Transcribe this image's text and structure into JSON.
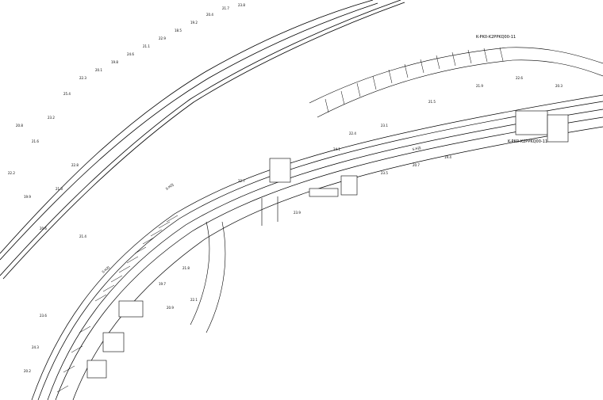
{
  "map": {
    "background": "#ffffff",
    "ink": "#000000",
    "road_labels": [
      "S-HZJ",
      "S-HZJ",
      "S-HZJ"
    ],
    "note_text": "K-PK0-K2PPKQ00-11",
    "note_text_2": "K-PK0-K2PPKQ00-11",
    "survey_points": [
      "20.8",
      "21.6",
      "23.2",
      "25.4",
      "22.3",
      "20.1",
      "19.8",
      "24.6",
      "21.1",
      "22.9",
      "18.5",
      "19.2",
      "20.4",
      "21.7",
      "23.8",
      "22.2",
      "19.9",
      "20.6",
      "21.3",
      "22.8",
      "24.1",
      "23.5",
      "20.7",
      "19.4",
      "21.9",
      "22.6",
      "20.3",
      "21.5",
      "23.1",
      "22.4",
      "19.7",
      "20.9",
      "21.8",
      "22.1",
      "23.6",
      "24.3",
      "20.2",
      "21.4",
      "22.7",
      "23.9"
    ]
  }
}
